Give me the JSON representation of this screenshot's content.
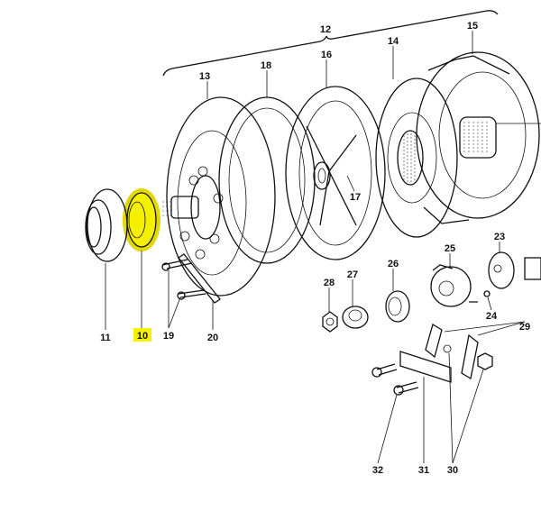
{
  "diagram": {
    "highlight_color": "#f5f000",
    "highlighted_part": "10",
    "labels": {
      "p12": "12",
      "p13": "13",
      "p18": "18",
      "p16": "16",
      "p14": "14",
      "p15": "15",
      "p17": "17",
      "p11": "11",
      "p10": "10",
      "p19": "19",
      "p20": "20",
      "p28": "28",
      "p27": "27",
      "p26": "26",
      "p25": "25",
      "p23": "23",
      "p24": "24",
      "p29": "29",
      "p32": "32",
      "p31": "31",
      "p30": "30"
    }
  }
}
